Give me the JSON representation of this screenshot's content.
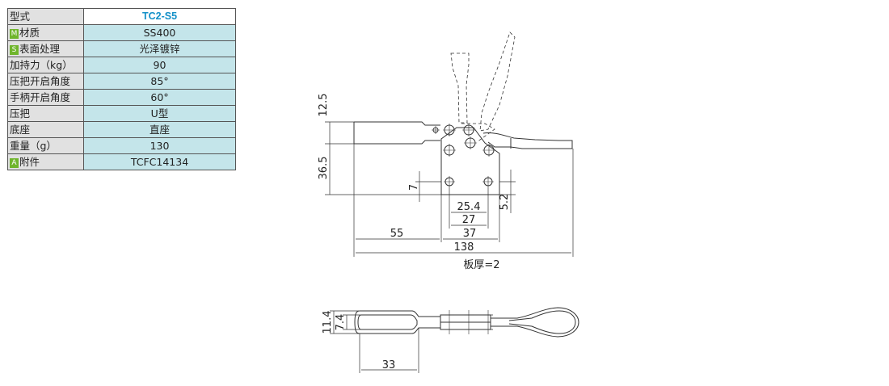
{
  "spec_table": {
    "rows": [
      {
        "label": "型式",
        "value": "TC2-S5",
        "badge": ""
      },
      {
        "label": "材质",
        "value": "SS400",
        "badge": "M"
      },
      {
        "label": "表面处理",
        "value": "光泽镀锌",
        "badge": "S"
      },
      {
        "label": "加持力（kg）",
        "value": "90",
        "badge": ""
      },
      {
        "label": "压把开启角度",
        "value": "85°",
        "badge": ""
      },
      {
        "label": "手柄开启角度",
        "value": "60°",
        "badge": ""
      },
      {
        "label": "压把",
        "value": "U型",
        "badge": ""
      },
      {
        "label": "底座",
        "value": "直座",
        "badge": ""
      },
      {
        "label": "重量（g）",
        "value": "130",
        "badge": ""
      },
      {
        "label": "附件",
        "value": "TCFC14134",
        "badge": "A"
      }
    ]
  },
  "drawing": {
    "dimensions": {
      "d_12_5": "12.5",
      "d_36_5": "36.5",
      "d_7": "7",
      "d_25_4": "25.4",
      "d_27": "27",
      "d_5_2": "5.2",
      "d_55": "55",
      "d_37": "37",
      "d_138": "138",
      "d_11_4": "11.4",
      "d_7_4": "7.4",
      "d_33": "33"
    },
    "note": "板厚=2"
  }
}
